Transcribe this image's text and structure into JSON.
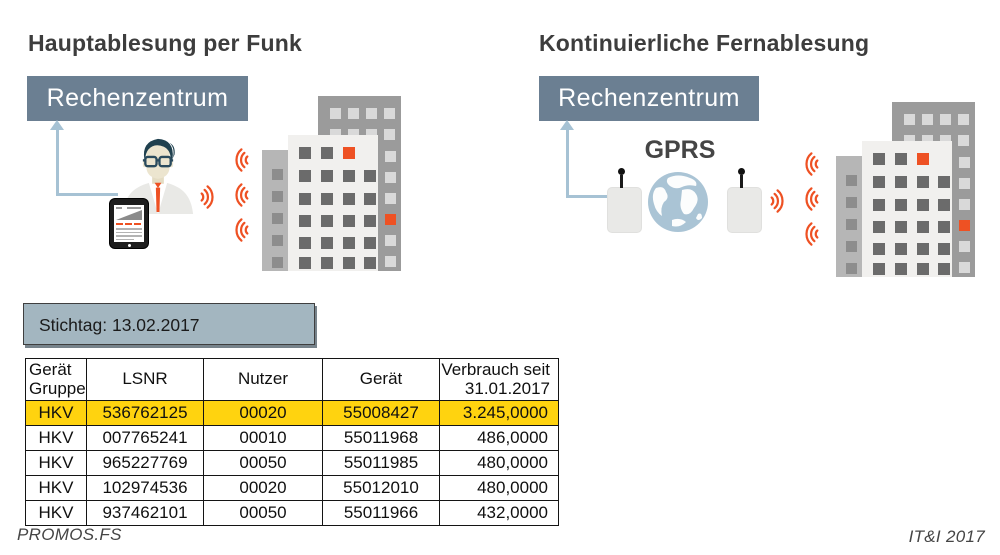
{
  "colors": {
    "accent": "#ee5123",
    "slate": "#6b7f92",
    "panel": "#a3b6c0",
    "arrow": "#a6c2d4",
    "highlight": "#ffd30f",
    "heading": "#3d3d3d"
  },
  "left_diagram": {
    "title": "Hauptablesung per Funk",
    "datacenter_label": "Rechenzentrum"
  },
  "right_diagram": {
    "title": "Kontinuierliche Fernablesung",
    "datacenter_label": "Rechenzentrum",
    "gprs_label": "GPRS"
  },
  "stichtag": {
    "label": "Stichtag: 13.02.2017"
  },
  "table": {
    "headers": {
      "col1_line1": "Gerät",
      "col1_line2": "Gruppe",
      "col2": "LSNR",
      "col3": "Nutzer",
      "col4": "Gerät",
      "col5_line1": "Verbrauch seit",
      "col5_line2": "31.01.2017"
    },
    "rows": [
      {
        "gruppe": "HKV",
        "lsnr": "536762125",
        "nutzer": "00020",
        "geraet": "55008427",
        "verbrauch": "3.245,0000",
        "highlighted": true
      },
      {
        "gruppe": "HKV",
        "lsnr": "007765241",
        "nutzer": "00010",
        "geraet": "55011968",
        "verbrauch": "486,0000",
        "highlighted": false
      },
      {
        "gruppe": "HKV",
        "lsnr": "965227769",
        "nutzer": "00050",
        "geraet": "55011985",
        "verbrauch": "480,0000",
        "highlighted": false
      },
      {
        "gruppe": "HKV",
        "lsnr": "102974536",
        "nutzer": "00020",
        "geraet": "55012010",
        "verbrauch": "480,0000",
        "highlighted": false
      },
      {
        "gruppe": "HKV",
        "lsnr": "937462101",
        "nutzer": "00050",
        "geraet": "55011966",
        "verbrauch": "432,0000",
        "highlighted": false
      }
    ]
  },
  "footer": {
    "left": "PROMOS.FS",
    "right": "IT&I 2017"
  }
}
